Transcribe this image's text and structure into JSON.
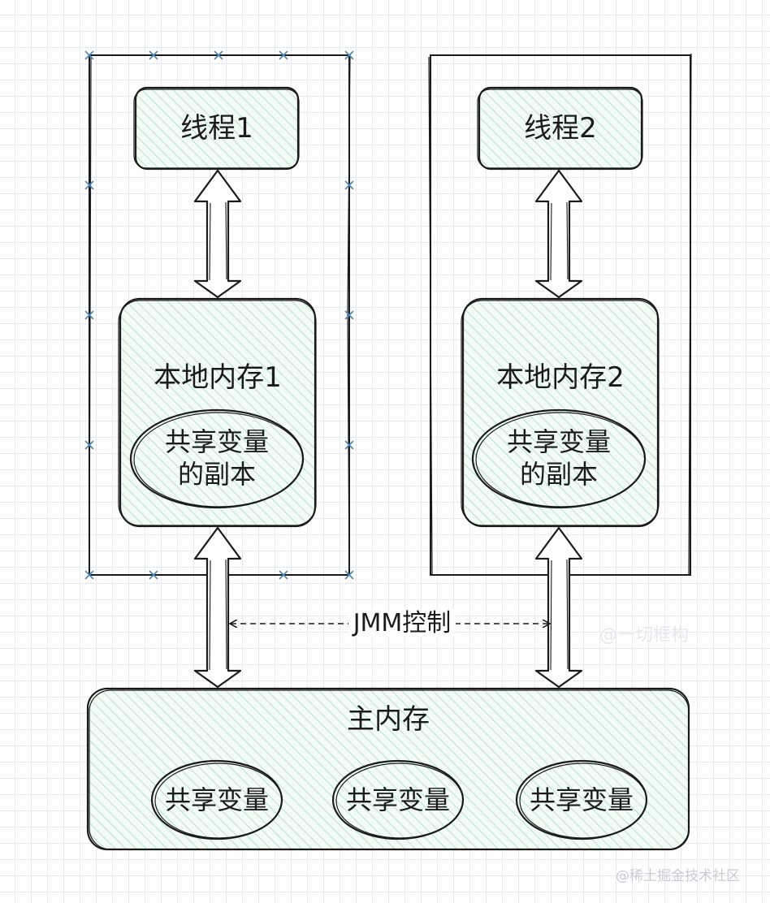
{
  "diagram": {
    "thread1": {
      "label": "线程1"
    },
    "thread2": {
      "label": "线程2"
    },
    "local_memory_1": {
      "label": "本地内存1",
      "copy": [
        "共享变量",
        "的副本"
      ]
    },
    "local_memory_2": {
      "label": "本地内存2",
      "copy": [
        "共享变量",
        "的副本"
      ]
    },
    "jmm": {
      "label": "JMM控制"
    },
    "main_memory": {
      "label": "主内存",
      "variables": [
        "共享变量",
        "共享变量",
        "共享变量"
      ]
    }
  },
  "watermarks": {
    "top": "@一切框构",
    "bottom": "@稀土掘金技术社区"
  },
  "colors": {
    "stroke": "#1b1b1b",
    "hatch": "#9fd8b9",
    "hatch_bg": "#f3fbf6",
    "selection": "#4f86b8"
  }
}
